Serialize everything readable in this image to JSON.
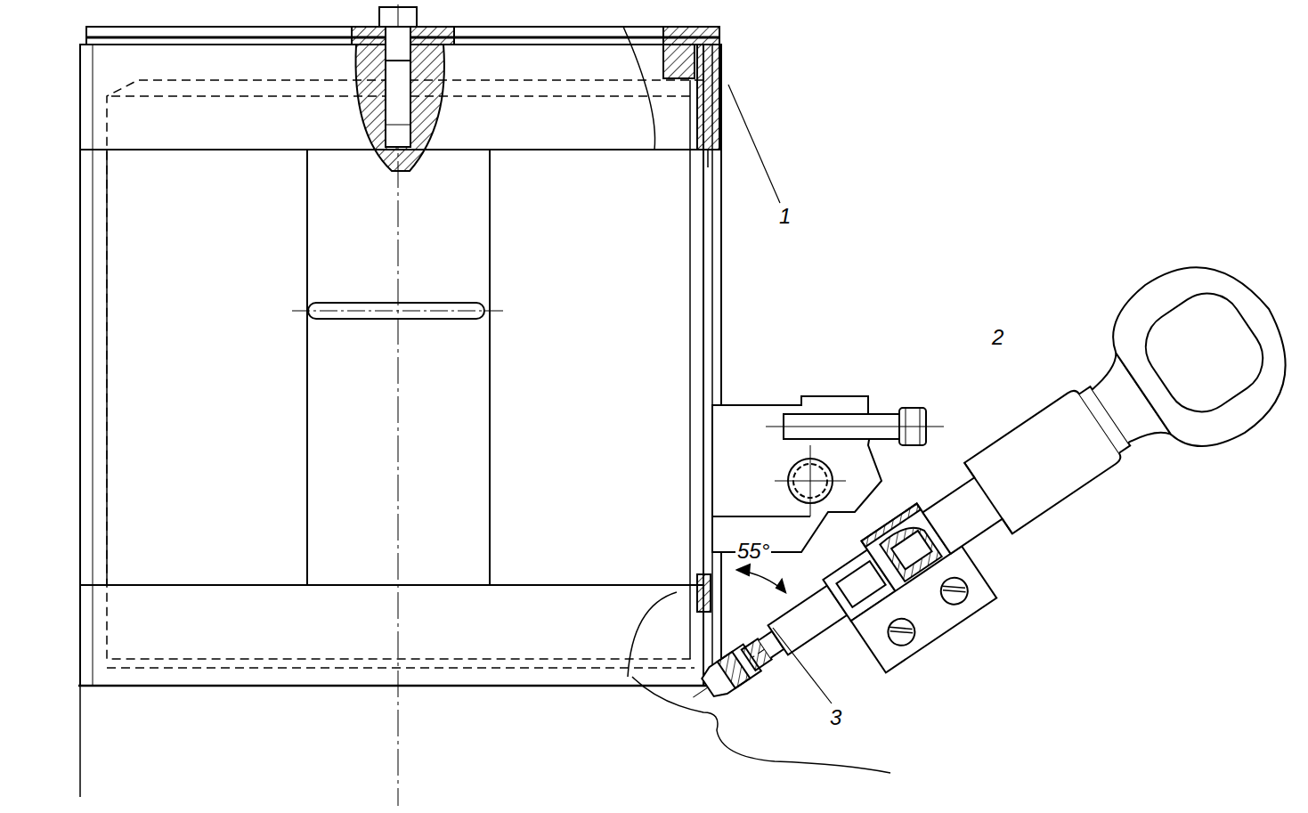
{
  "diagram": {
    "labels": [
      "1",
      "2",
      "3",
      "55°"
    ]
  }
}
